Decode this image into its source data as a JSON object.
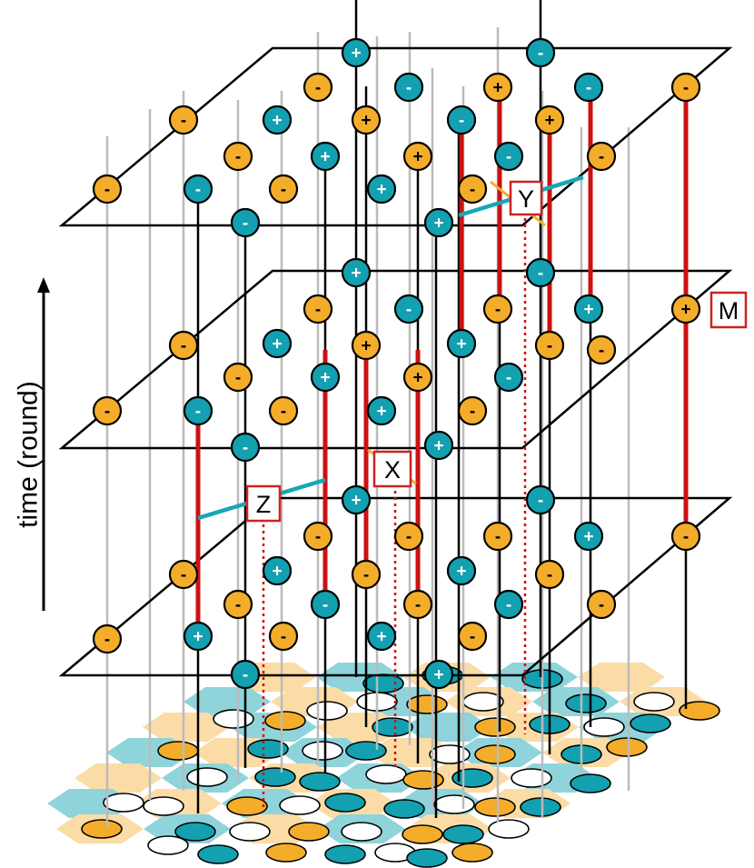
{
  "time_axis_label": "time (round)",
  "labels": {
    "M": "M",
    "X": "X",
    "Y": "Y",
    "Z": "Z"
  },
  "signs": {
    "plus": "+",
    "minus": "-"
  },
  "colors": {
    "teal": "#13a0b0",
    "orange": "#f4ad2a",
    "red_line": "#cc1111",
    "gray_line": "#bbbbbb",
    "teal_tile": "#8fd4da",
    "orange_tile": "#fbdca6",
    "teal_link": "#17a6b4",
    "label_border": "#cc2222"
  }
}
